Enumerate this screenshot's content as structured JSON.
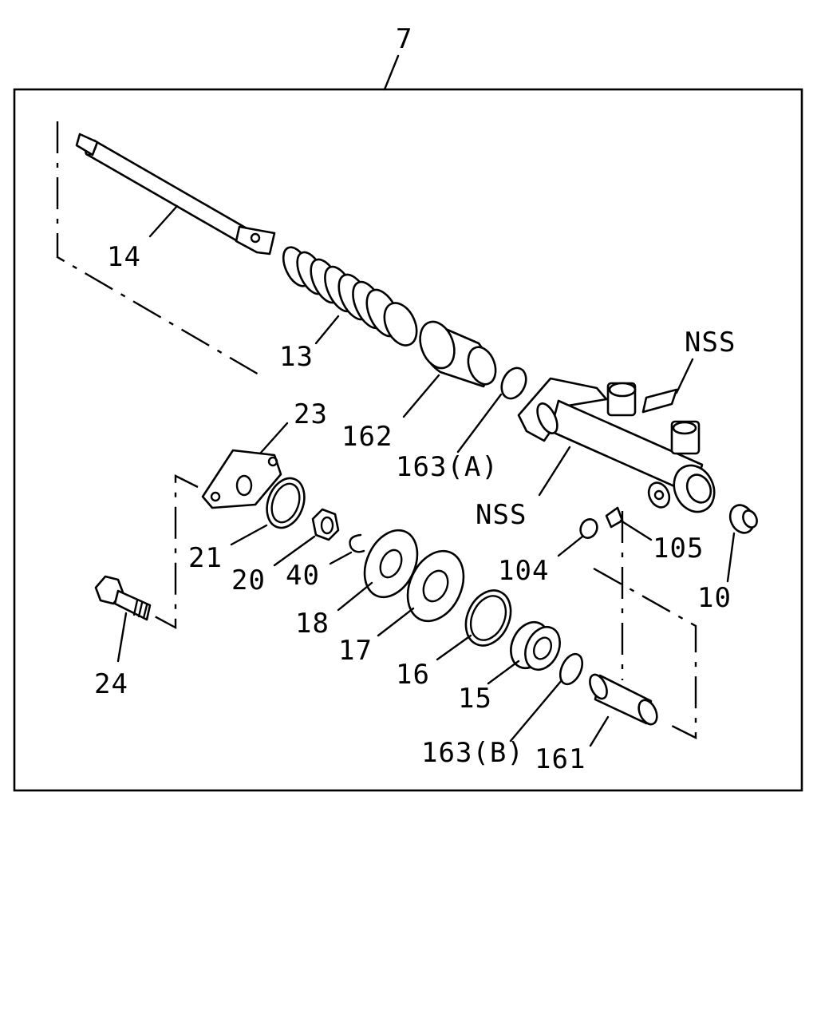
{
  "assembly_label": "7",
  "callouts": {
    "c14": "14",
    "c13": "13",
    "c162": "162",
    "c163a": "163(A)",
    "nss_top": "NSS",
    "nss_body": "NSS",
    "c105": "105",
    "c104": "104",
    "c10": "10",
    "c23": "23",
    "c21": "21",
    "c20": "20",
    "c40": "40",
    "c18": "18",
    "c17": "17",
    "c16": "16",
    "c15": "15",
    "c163b": "163(B)",
    "c161": "161",
    "c24": "24"
  }
}
